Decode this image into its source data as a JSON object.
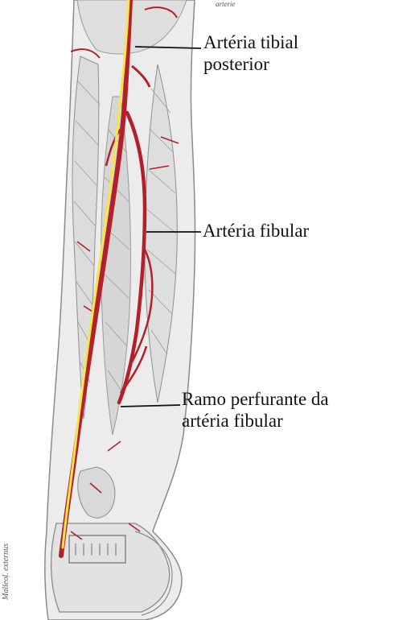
{
  "labels": {
    "tibial_posterior_line1": "Artéria tibial",
    "tibial_posterior_line2": "posterior",
    "fibular": "Artéria fibular",
    "perfurante_line1": "Ramo perfurante da",
    "perfurante_line2": "artéria fibular"
  },
  "faint_text": {
    "top": "arterie",
    "side": "Malleol. externus"
  },
  "colors": {
    "artery": "#b3202a",
    "nerve": "#f2e64a",
    "tissue_fill": "#e9e9e9",
    "tissue_line": "#8a8a8a",
    "leader_line": "#111111",
    "text": "#111111"
  }
}
